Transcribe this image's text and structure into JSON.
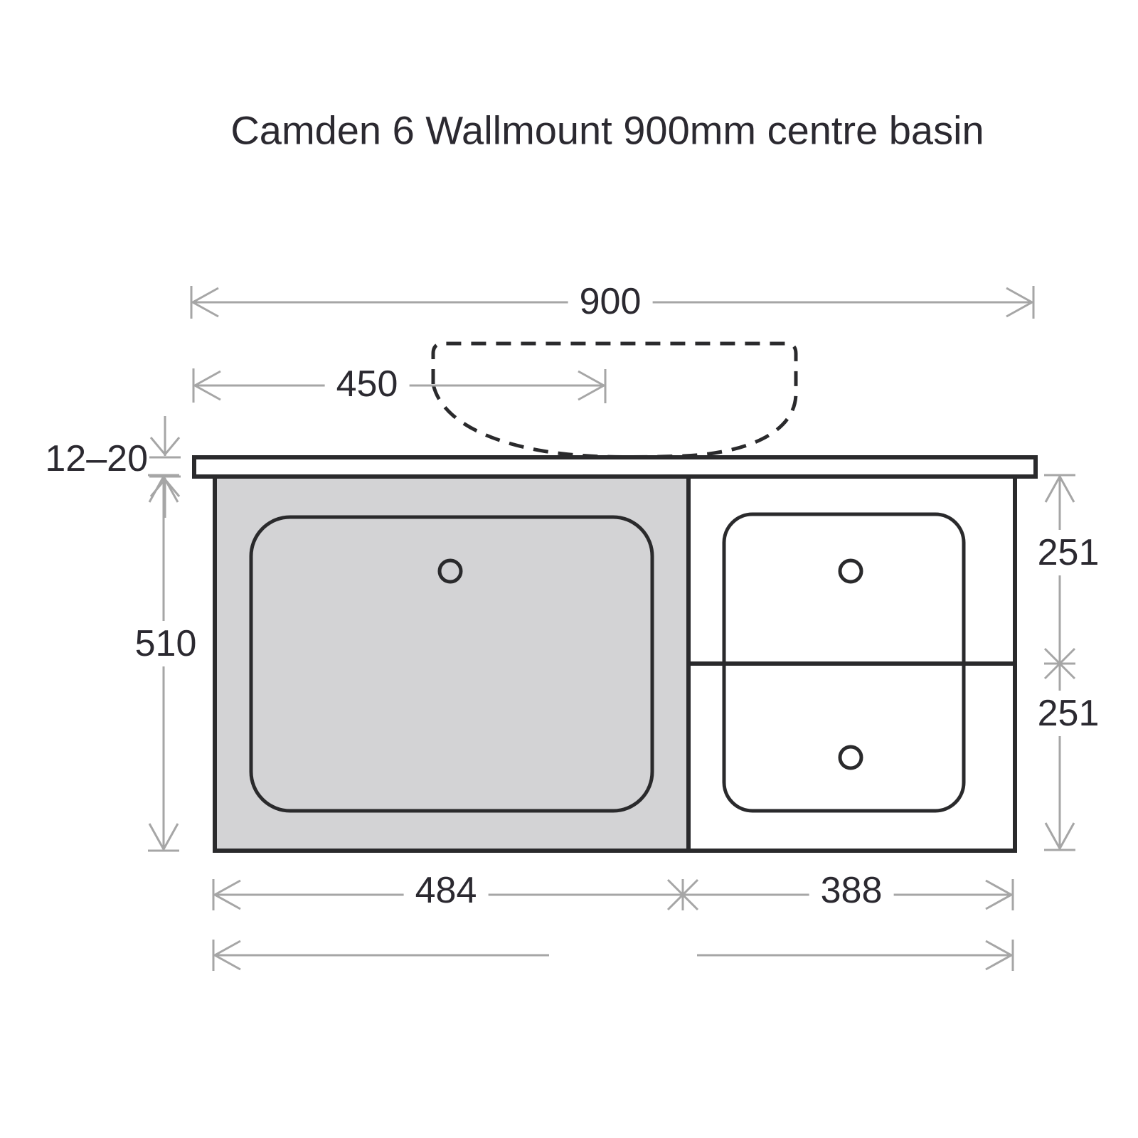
{
  "title": "Camden 6 Wallmount 900mm centre basin",
  "drawing": {
    "type": "technical-dimension-diagram",
    "labels": {
      "overall_width_mm": "900",
      "basin_centre_mm": "450",
      "benchtop_thickness_mm": "12–20",
      "cabinet_height_mm": "510",
      "top_drawer_height_mm": "251",
      "bottom_drawer_height_mm": "251",
      "door_section_width_mm": "484",
      "drawer_section_width_mm": "388"
    },
    "colors": {
      "outline": "#2a2a2c",
      "door_panel_fill": "#d3d3d5",
      "dimension_line": "#a6a6a6",
      "label_text": "#2b2930",
      "background": "#ffffff"
    }
  }
}
